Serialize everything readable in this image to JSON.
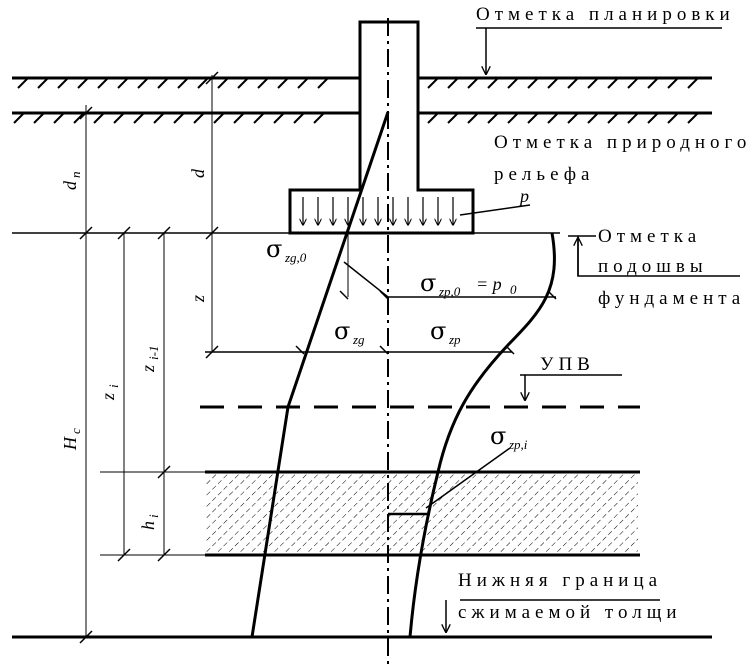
{
  "labels": {
    "planning_mark": "Отметка планировки",
    "natural_relief_line1": "Отметка природного",
    "natural_relief_line2": "рельефа",
    "load_p": "p",
    "footing_base_line1": "Отметка",
    "footing_base_line2": "подошвы",
    "footing_base_line3": "фундамента",
    "groundwater": "УПВ",
    "lower_boundary_line1": "Нижняя граница",
    "lower_boundary_line2": "сжимаемой толщи"
  },
  "symbols": {
    "dn_main": "d",
    "dn_sub": "n",
    "d_main": "d",
    "z_main": "z",
    "zi_main": "z",
    "zi_sub": "i",
    "zi1_main": "z",
    "zi1_sub": "i-1",
    "hc_main": "H",
    "hc_sub": "c",
    "hi_main": "h",
    "hi_sub": "i",
    "szg0_main": "σ",
    "szg0_sub": "zg,0",
    "szp0_main": "σ",
    "szp0_sub": "zp,0",
    "szp0_eq": "= p",
    "szp0_eq_sub": "0",
    "szg_main": "σ",
    "szg_sub": "zg",
    "szp_main": "σ",
    "szp_sub": "zp",
    "szpi_main": "σ",
    "szpi_sub": "zp,i"
  },
  "colors": {
    "line": "#000000",
    "background": "#ffffff"
  }
}
